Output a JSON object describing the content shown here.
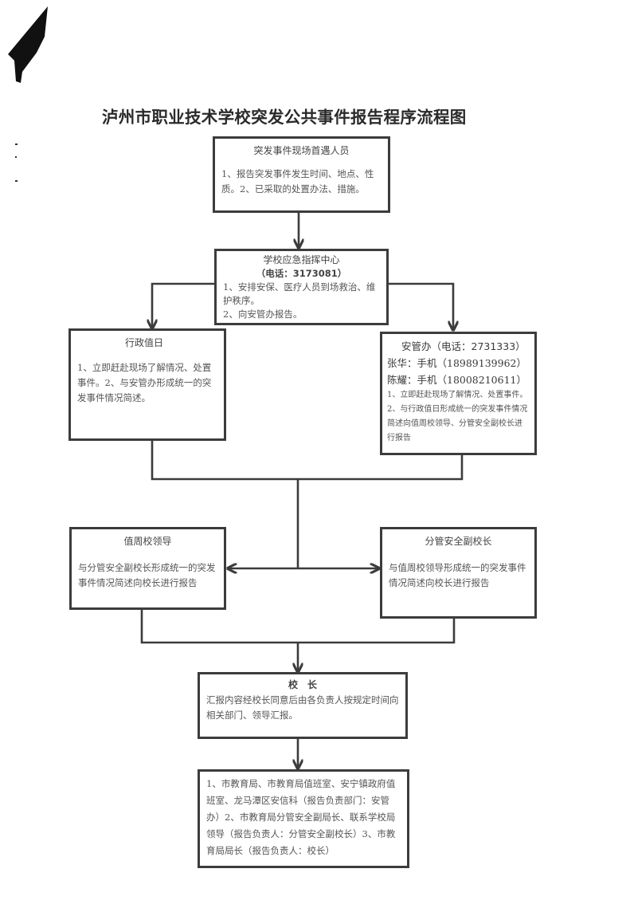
{
  "document": {
    "title": "泸州市职业技术学校突发公共事件报告程序流程图"
  },
  "nodes": {
    "first_responder": {
      "heading": "突发事件现场首遇人员",
      "lines": [
        "1、报告突发事件发生时间、地点、性质。2、已采取的处置办法、措施。"
      ]
    },
    "command_center": {
      "heading": "学校应急指挥中心",
      "phone": "（电话：3173081）",
      "lines": [
        "1、安排安保、医疗人员到场救治、维护秩序。",
        "2、向安管办报告。"
      ]
    },
    "admin_duty": {
      "heading": "行政值日",
      "lines": [
        "1、立即赶赴现场了解情况、处置事件。2、与安管办形成统一的突发事件情况简述。"
      ]
    },
    "safety_office": {
      "heading": "安管办（电话：2731333）",
      "contacts": [
        "张华：手机（18989139962）",
        "陈耀：手机（18008210611）"
      ],
      "lines": [
        "1、立即赶赴现场了解情况、处置事件。",
        "2、与行政值日形成统一的突发事件情况简述向值周校领导、分管安全副校长进行报告"
      ]
    },
    "weekly_leader": {
      "heading": "值周校领导",
      "lines": [
        "与分管安全副校长形成统一的突发事件情况简述向校长进行报告"
      ]
    },
    "vice_principal": {
      "heading": "分管安全副校长",
      "lines": [
        "与值周校领导形成统一的突发事件情况简述向校长进行报告"
      ]
    },
    "principal": {
      "heading": "校　长",
      "lines": [
        "汇报内容经校长同意后由各负责人按规定时间向相关部门、领导汇报。"
      ]
    },
    "report_targets": {
      "lines": [
        "1、市教育局、市教育局值班室、安宁镇政府值班室、龙马潭区安信科（报告负责部门：安管办）2、市教育局分管安全副局长、联系学校局领导（报告负责人：分管安全副校长）3、市教育局局长（报告负责人：校长）"
      ]
    }
  }
}
